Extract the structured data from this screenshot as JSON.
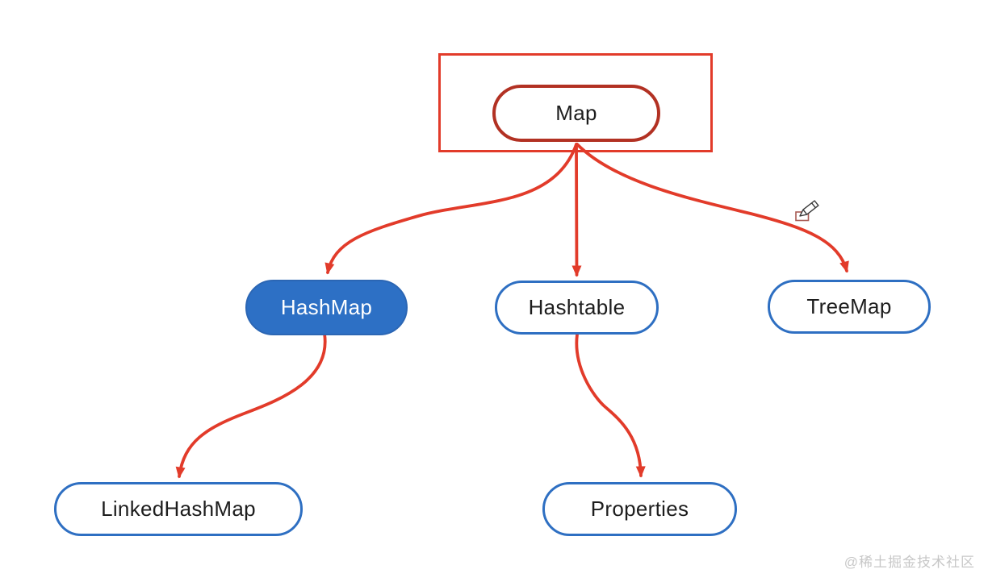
{
  "diagram": {
    "type": "hierarchy-mindmap",
    "nodes": {
      "map": {
        "label": "Map",
        "selected": true,
        "shape": "pill"
      },
      "hashmap": {
        "label": "HashMap",
        "shape": "pill",
        "filled": true
      },
      "hashtable": {
        "label": "Hashtable",
        "shape": "pill"
      },
      "treemap": {
        "label": "TreeMap",
        "shape": "pill"
      },
      "linkedhashmap": {
        "label": "LinkedHashMap",
        "shape": "pill"
      },
      "properties": {
        "label": "Properties",
        "shape": "pill"
      }
    },
    "edges": [
      {
        "from": "Map",
        "to": "HashMap"
      },
      {
        "from": "Map",
        "to": "Hashtable"
      },
      {
        "from": "Map",
        "to": "TreeMap"
      },
      {
        "from": "HashMap",
        "to": "LinkedHashMap"
      },
      {
        "from": "Hashtable",
        "to": "Properties"
      }
    ],
    "colors": {
      "arrow_red": "#e23b2a",
      "map_pill_border": "#b23123",
      "blue_border": "#2e6fc2",
      "hashmap_fill": "#2d70c5",
      "hashmap_text": "#ffffff",
      "node_text": "#1d1d1d",
      "watermark": "#c7c7c7"
    }
  },
  "cursor": {
    "tool": "pencil"
  },
  "watermark": {
    "text": "@稀土掘金技术社区"
  }
}
